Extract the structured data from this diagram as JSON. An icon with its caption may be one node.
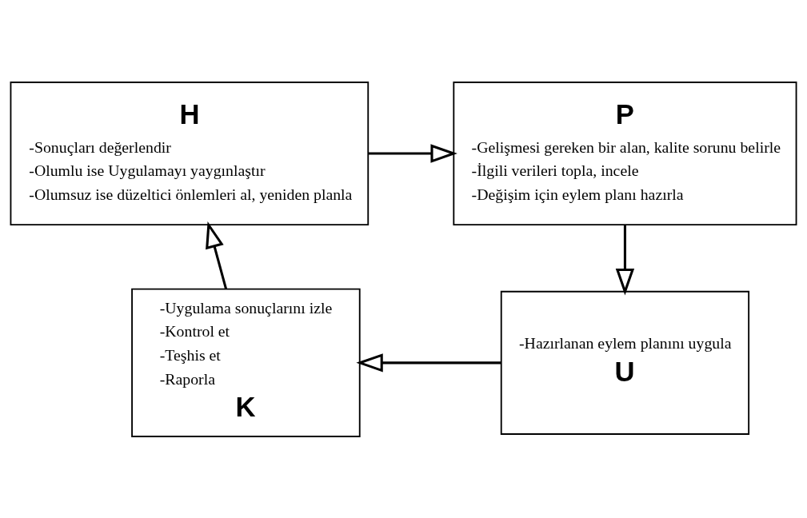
{
  "diagram": {
    "nodes": [
      {
        "text": [
          "H",
          "-Sonuçları değerlendir",
          "-Olumlu ise Uygulamayı yaygınlaştır",
          "-Olumsuz ise düzeltici önlemleri al, yeniden planla"
        ]
      },
      {
        "text": [
          "P",
          "-Gelişmesi gereken bir alan, kalite sorunu belirle",
          "-İlgili verileri topla, incele",
          "-Değişim için eylem planı hazırla"
        ]
      },
      {
        "text": [
          "-Uygulama sonuçlarını izle",
          "-Kontrol et",
          "-Teşhis et",
          "-Raporla",
          "K"
        ]
      },
      {
        "text": [
          "-Hazırlanan eylem planını uygula",
          "U"
        ]
      }
    ],
    "edges": [
      {
        "from": 0,
        "to": 1,
        "arrow": "to"
      },
      {
        "from": 1,
        "to": 3,
        "arrow": "to"
      },
      {
        "from": 3,
        "to": 2,
        "arrow": "to"
      },
      {
        "from": 2,
        "to": 0,
        "arrow": "to"
      }
    ]
  }
}
